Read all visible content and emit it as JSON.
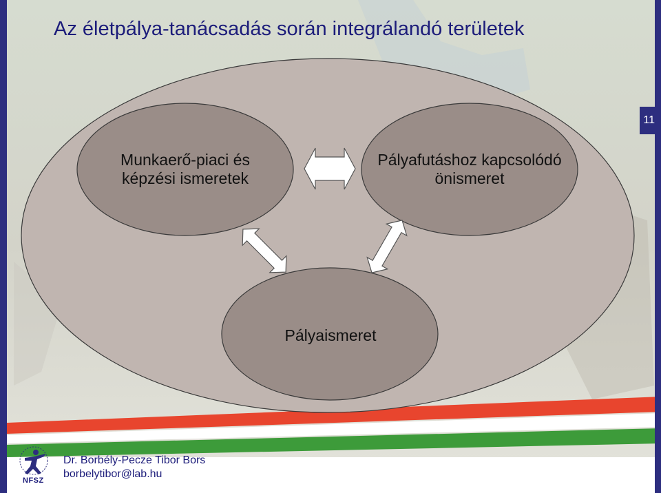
{
  "slide": {
    "title": "Az életpálya-tanácsadás során integrálandó területek",
    "page_number": "11"
  },
  "diagram": {
    "nodes": [
      {
        "id": "left",
        "lines": [
          "Munkaerő-piaci és",
          "képzési ismeretek"
        ]
      },
      {
        "id": "right",
        "lines": [
          "Pályafutáshoz kapcsolódó",
          "önismeret"
        ]
      },
      {
        "id": "bottom",
        "lines": [
          "Pályaismeret"
        ]
      }
    ],
    "arrows": [
      {
        "from": "left",
        "to": "right",
        "style": "double-headed"
      },
      {
        "from": "left",
        "to": "bottom",
        "style": "double-headed"
      },
      {
        "from": "right",
        "to": "bottom",
        "style": "double-headed"
      }
    ],
    "colors": {
      "outer_ellipse": "#c0b5b0",
      "inner_ellipse": "#9a8d88",
      "arrow_fill": "#ffffff",
      "title_color": "#1c1c7a",
      "flag_red": "#e8452e",
      "flag_green": "#3d9b3a"
    }
  },
  "footer": {
    "author": "Dr. Borbély-Pecze Tibor Bors",
    "email": "borbelytibor@lab.hu",
    "logo_text": "NFSZ",
    "logo_icon": "nfsz-person-logo-icon"
  }
}
